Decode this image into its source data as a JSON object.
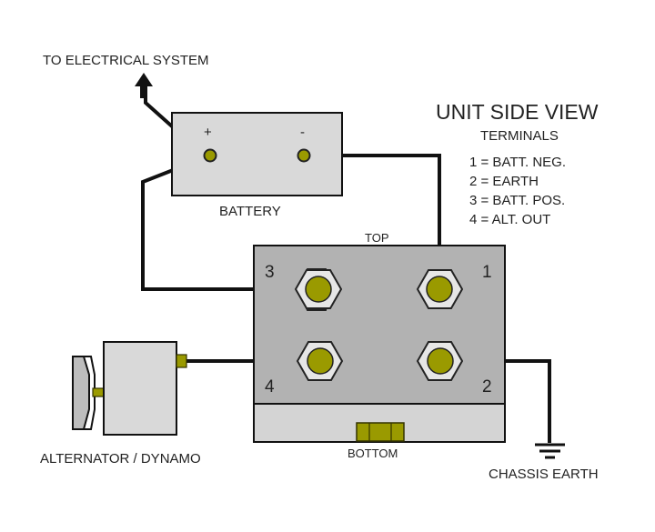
{
  "labels": {
    "to_electrical_system": "TO ELECTRICAL SYSTEM",
    "battery": "BATTERY",
    "battery_plus": "+",
    "battery_minus": "-",
    "top": "TOP",
    "bottom": "BOTTOM",
    "alternator": "ALTERNATOR / DYNAMO",
    "chassis_earth": "CHASSIS EARTH"
  },
  "legend": {
    "title": "UNIT SIDE VIEW",
    "subtitle": "TERMINALS",
    "items": [
      "1 = BATT. NEG.",
      "2 = EARTH",
      "3 = BATT. POS.",
      "4 = ALT. OUT"
    ]
  },
  "terminals": {
    "t1": "1",
    "t2": "2",
    "t3": "3",
    "t4": "4"
  },
  "colors": {
    "wire": "#111111",
    "component_fill": "#d9d9d9",
    "unit_fill": "#b2b2b2",
    "unit_base_fill": "#d4d4d4",
    "terminal_center": "#9a9a00",
    "terminal_nut": "#e6e6e6"
  }
}
